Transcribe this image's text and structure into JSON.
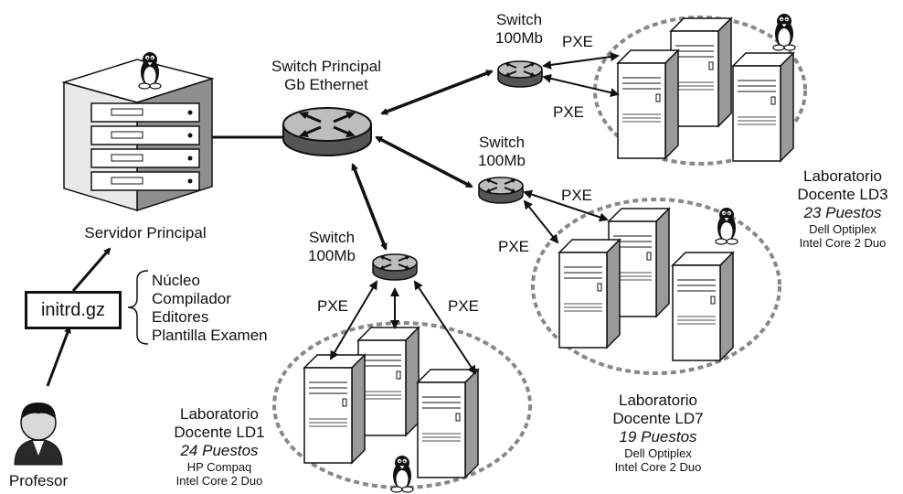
{
  "server": {
    "label": "Servidor Principal"
  },
  "main_switch": {
    "line1": "Switch Principal",
    "line2": "Gb Ethernet"
  },
  "switches": [
    {
      "line1": "Switch",
      "line2": "100Mb"
    },
    {
      "line1": "Switch",
      "line2": "100Mb"
    },
    {
      "line1": "Switch",
      "line2": "100Mb"
    }
  ],
  "pxe": "PXE",
  "initrd": {
    "label": "initrd.gz",
    "items": [
      "Núcleo",
      "Compilador",
      "Editores",
      "Plantilla Examen"
    ]
  },
  "profesor": {
    "label": "Profesor"
  },
  "labs": [
    {
      "line1": "Laboratorio",
      "line2": "Docente LD3",
      "seats": "23 Puestos",
      "model": "Dell Optiplex",
      "cpu": "Intel Core 2 Duo"
    },
    {
      "line1": "Laboratorio",
      "line2": "Docente LD7",
      "seats": "19 Puestos",
      "model": "Dell Optiplex",
      "cpu": "Intel Core 2 Duo"
    },
    {
      "line1": "Laboratorio",
      "line2": "Docente LD1",
      "seats": "24 Puestos",
      "model": "HP Compaq",
      "cpu": "Intel Core 2 Duo"
    }
  ],
  "icons": [
    "server-icon",
    "switch-icon",
    "workstation-icon",
    "tux-penguin-icon",
    "person-icon"
  ]
}
